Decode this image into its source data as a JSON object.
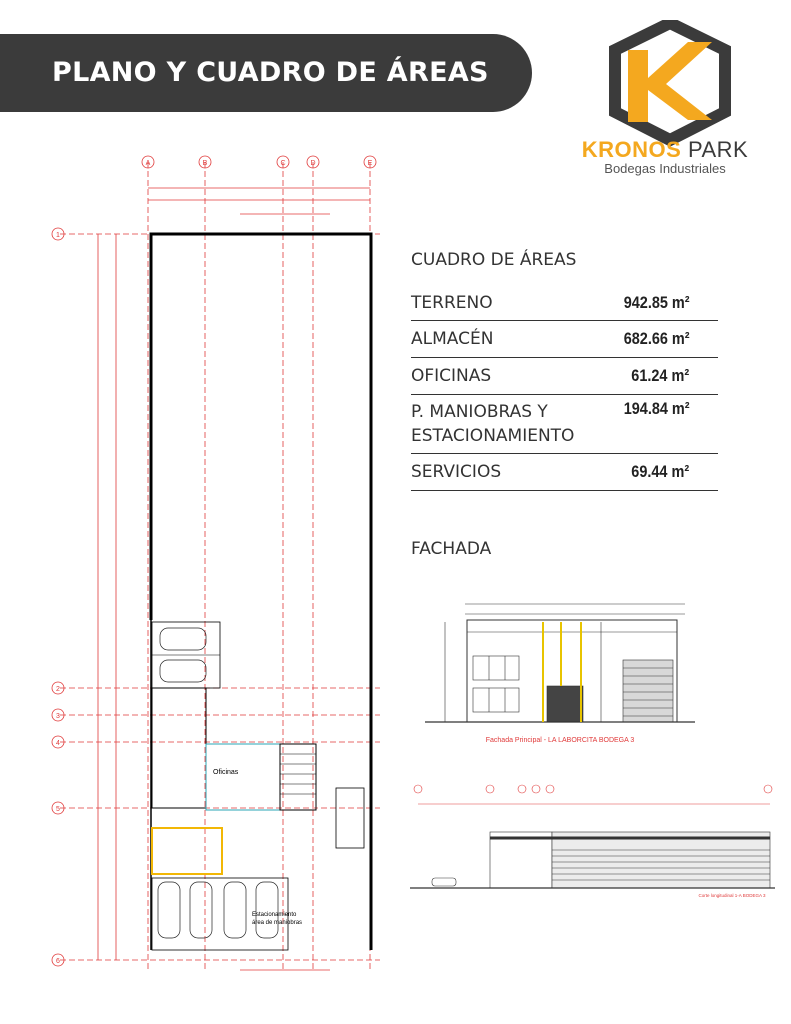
{
  "header": {
    "title": "PLANO Y CUADRO DE ÁREAS"
  },
  "brand": {
    "name_part1": "KRONOS",
    "name_part2": " PARK",
    "tagline": "Bodegas Industriales",
    "accent_color": "#f4a81f",
    "dark_color": "#3b3b3b"
  },
  "areas": {
    "title": "CUADRO DE ÁREAS",
    "rows": [
      {
        "label": "TERRENO",
        "value": "942.85 m²"
      },
      {
        "label": "ALMACÉN",
        "value": "682.66 m²"
      },
      {
        "label": "OFICINAS",
        "value": "61.24 m²"
      },
      {
        "label": "P. MANIOBRAS Y\nESTACIONAMIENTO",
        "value": "194.84 m²"
      },
      {
        "label": "SERVICIOS",
        "value": "69.44 m²"
      }
    ]
  },
  "fachada": {
    "title": "FACHADA",
    "facade_caption": "Fachada Principal - LA LABORCITA BODEGA 3",
    "section_caption": "Corte longitudinal 1-A BODEGA 3"
  },
  "plan": {
    "grid_columns": [
      "A",
      "B",
      "C",
      "D",
      "E"
    ],
    "grid_rows": [
      "1",
      "2",
      "3",
      "4",
      "5",
      "6"
    ],
    "office_label": "Oficinas",
    "parking_label_1": "Estacionamiento",
    "parking_label_2": "área de maniobras"
  }
}
